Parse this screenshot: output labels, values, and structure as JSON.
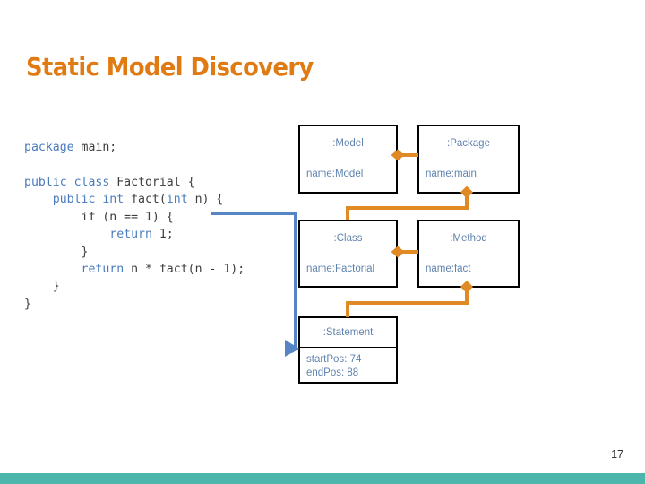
{
  "slide": {
    "title": "Static Model Discovery",
    "page_number": "17",
    "title_color": "#E07B14",
    "accent_bar_color": "#4CB5AC",
    "link_blue": "#4a7cbd",
    "link_orange": "#E08A26",
    "object_text_color": "#5f83ad"
  },
  "code": {
    "language": "java",
    "lines": [
      [
        {
          "t": "package",
          "c": "kw"
        },
        {
          "t": " main;",
          "c": "id"
        }
      ],
      [],
      [
        {
          "t": "public class",
          "c": "kw"
        },
        {
          "t": " Factorial {",
          "c": "id"
        }
      ],
      [
        {
          "t": "    ",
          "c": "pl"
        },
        {
          "t": "public int",
          "c": "kw"
        },
        {
          "t": " fact(",
          "c": "id"
        },
        {
          "t": "int",
          "c": "kw"
        },
        {
          "t": " n) {",
          "c": "id"
        }
      ],
      [
        {
          "t": "        if (n == 1) {",
          "c": "id"
        }
      ],
      [
        {
          "t": "            ",
          "c": "pl"
        },
        {
          "t": "return",
          "c": "kw"
        },
        {
          "t": " 1;",
          "c": "id"
        }
      ],
      [
        {
          "t": "        }",
          "c": "id"
        }
      ],
      [
        {
          "t": "        ",
          "c": "pl"
        },
        {
          "t": "return",
          "c": "kw"
        },
        {
          "t": " n * fact(n - 1);",
          "c": "id"
        }
      ],
      [
        {
          "t": "    }",
          "c": "id"
        }
      ],
      [
        {
          "t": "}",
          "c": "id"
        }
      ]
    ]
  },
  "objects": [
    {
      "id": "model",
      "head": ":Model",
      "body": "name:Model"
    },
    {
      "id": "package",
      "head": ":Package",
      "body": "name:main"
    },
    {
      "id": "class",
      "head": ":Class",
      "body": "name:Factorial"
    },
    {
      "id": "method",
      "head": ":Method",
      "body": "name:fact"
    },
    {
      "id": "statement",
      "head": ":Statement",
      "body": "startPos: 74\nendPos: 88"
    }
  ],
  "connectors": {
    "model_package_label": "composition-model-package",
    "package_class_label": "composition-package-class",
    "class_method_label": "composition-class-method",
    "method_statement_label": "composition-method-statement",
    "code_statement_label": "trace-code-to-statement"
  }
}
